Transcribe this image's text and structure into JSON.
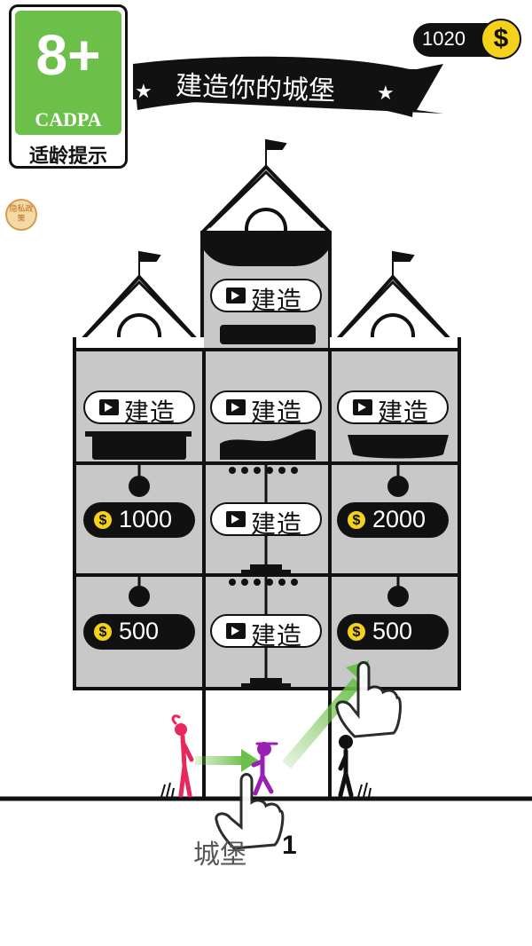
{
  "age_rating": {
    "age": "8+",
    "org": "CADPA",
    "caption": "适龄提示"
  },
  "coins": {
    "count": "1020",
    "symbol": "$"
  },
  "banner": {
    "title": "建造你的城堡"
  },
  "privacy": {
    "label": "隐私政策"
  },
  "castle": {
    "rooms": [
      {
        "name": "top-bedroom",
        "action": "建造",
        "type": "video"
      },
      {
        "name": "left-floor3",
        "action": "建造",
        "type": "video"
      },
      {
        "name": "middle-floor3",
        "action": "建造",
        "type": "video"
      },
      {
        "name": "right-floor3",
        "action": "建造",
        "type": "video"
      },
      {
        "name": "left-floor2",
        "price": "1000",
        "type": "coin"
      },
      {
        "name": "middle-floor2",
        "action": "建造",
        "type": "video"
      },
      {
        "name": "right-floor2",
        "price": "2000",
        "type": "coin"
      },
      {
        "name": "left-floor1",
        "price": "500",
        "type": "coin"
      },
      {
        "name": "middle-floor1",
        "action": "建造",
        "type": "video"
      },
      {
        "name": "right-floor1",
        "price": "500",
        "type": "coin"
      }
    ]
  },
  "level": {
    "label": "城堡",
    "number": "1"
  },
  "colors": {
    "room_fill": "#c8c8c8",
    "accent_green": "#6cc04a",
    "coin_yellow": "#f4d21c",
    "princess": "#e8285a",
    "player": "#9a1fb3"
  }
}
